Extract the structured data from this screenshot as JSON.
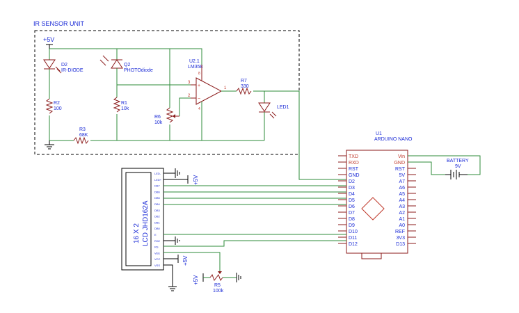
{
  "title": "IR SENSOR UNIT",
  "supply": {
    "vcc_top": "+5V"
  },
  "components": {
    "d2": {
      "ref": "D2",
      "value": "IR-DIODE"
    },
    "q2": {
      "ref": "Q2",
      "value": "PHOTOdiode"
    },
    "u2": {
      "ref": "U2.1",
      "value": "LM358",
      "pin3": "3",
      "pin2": "2",
      "pin1": "1",
      "pin8": "8",
      "pin4": "4"
    },
    "r2": {
      "ref": "R2",
      "value": "100"
    },
    "r1": {
      "ref": "R1",
      "value": "10k"
    },
    "r3": {
      "ref": "R3",
      "value": "68K"
    },
    "r6": {
      "ref": "R6",
      "value": "10k"
    },
    "r7": {
      "ref": "R7",
      "value": "330"
    },
    "led1": {
      "ref": "LED1"
    },
    "r5": {
      "ref": "R5",
      "value": "100k"
    },
    "battery": {
      "ref": "BATTERY",
      "value": "9V"
    },
    "u1": {
      "ref": "U1",
      "value": "ARDUINO NANO"
    },
    "lcd": {
      "line1": "16 X 2",
      "line2": "LCD JHD162A"
    }
  },
  "nano": {
    "left_red": [
      "TXD",
      "RXD"
    ],
    "left_blue": [
      "RST",
      "GND",
      "D2",
      "D3",
      "D4",
      "D5",
      "D6",
      "D7",
      "D8",
      "D9",
      "D10",
      "D11",
      "D12"
    ],
    "right_red": [
      "Vin",
      "GND"
    ],
    "right_blue": [
      "RST",
      "5V",
      "A7",
      "A6",
      "A5",
      "A4",
      "A3",
      "A2",
      "A1",
      "A0",
      "REF",
      "3V3",
      "D13"
    ]
  },
  "lcd_pins": [
    "LED-",
    "LED+",
    "DB7",
    "DB6",
    "DB5",
    "DB4",
    "DB3",
    "DB2",
    "DB1",
    "DB0",
    "E",
    "R/W",
    "RS",
    "VEE",
    "VCC",
    "VSS"
  ],
  "power_labels": {
    "lcd_led": "+5V",
    "lcd_vcc": "+5V",
    "pot": "+5V"
  }
}
